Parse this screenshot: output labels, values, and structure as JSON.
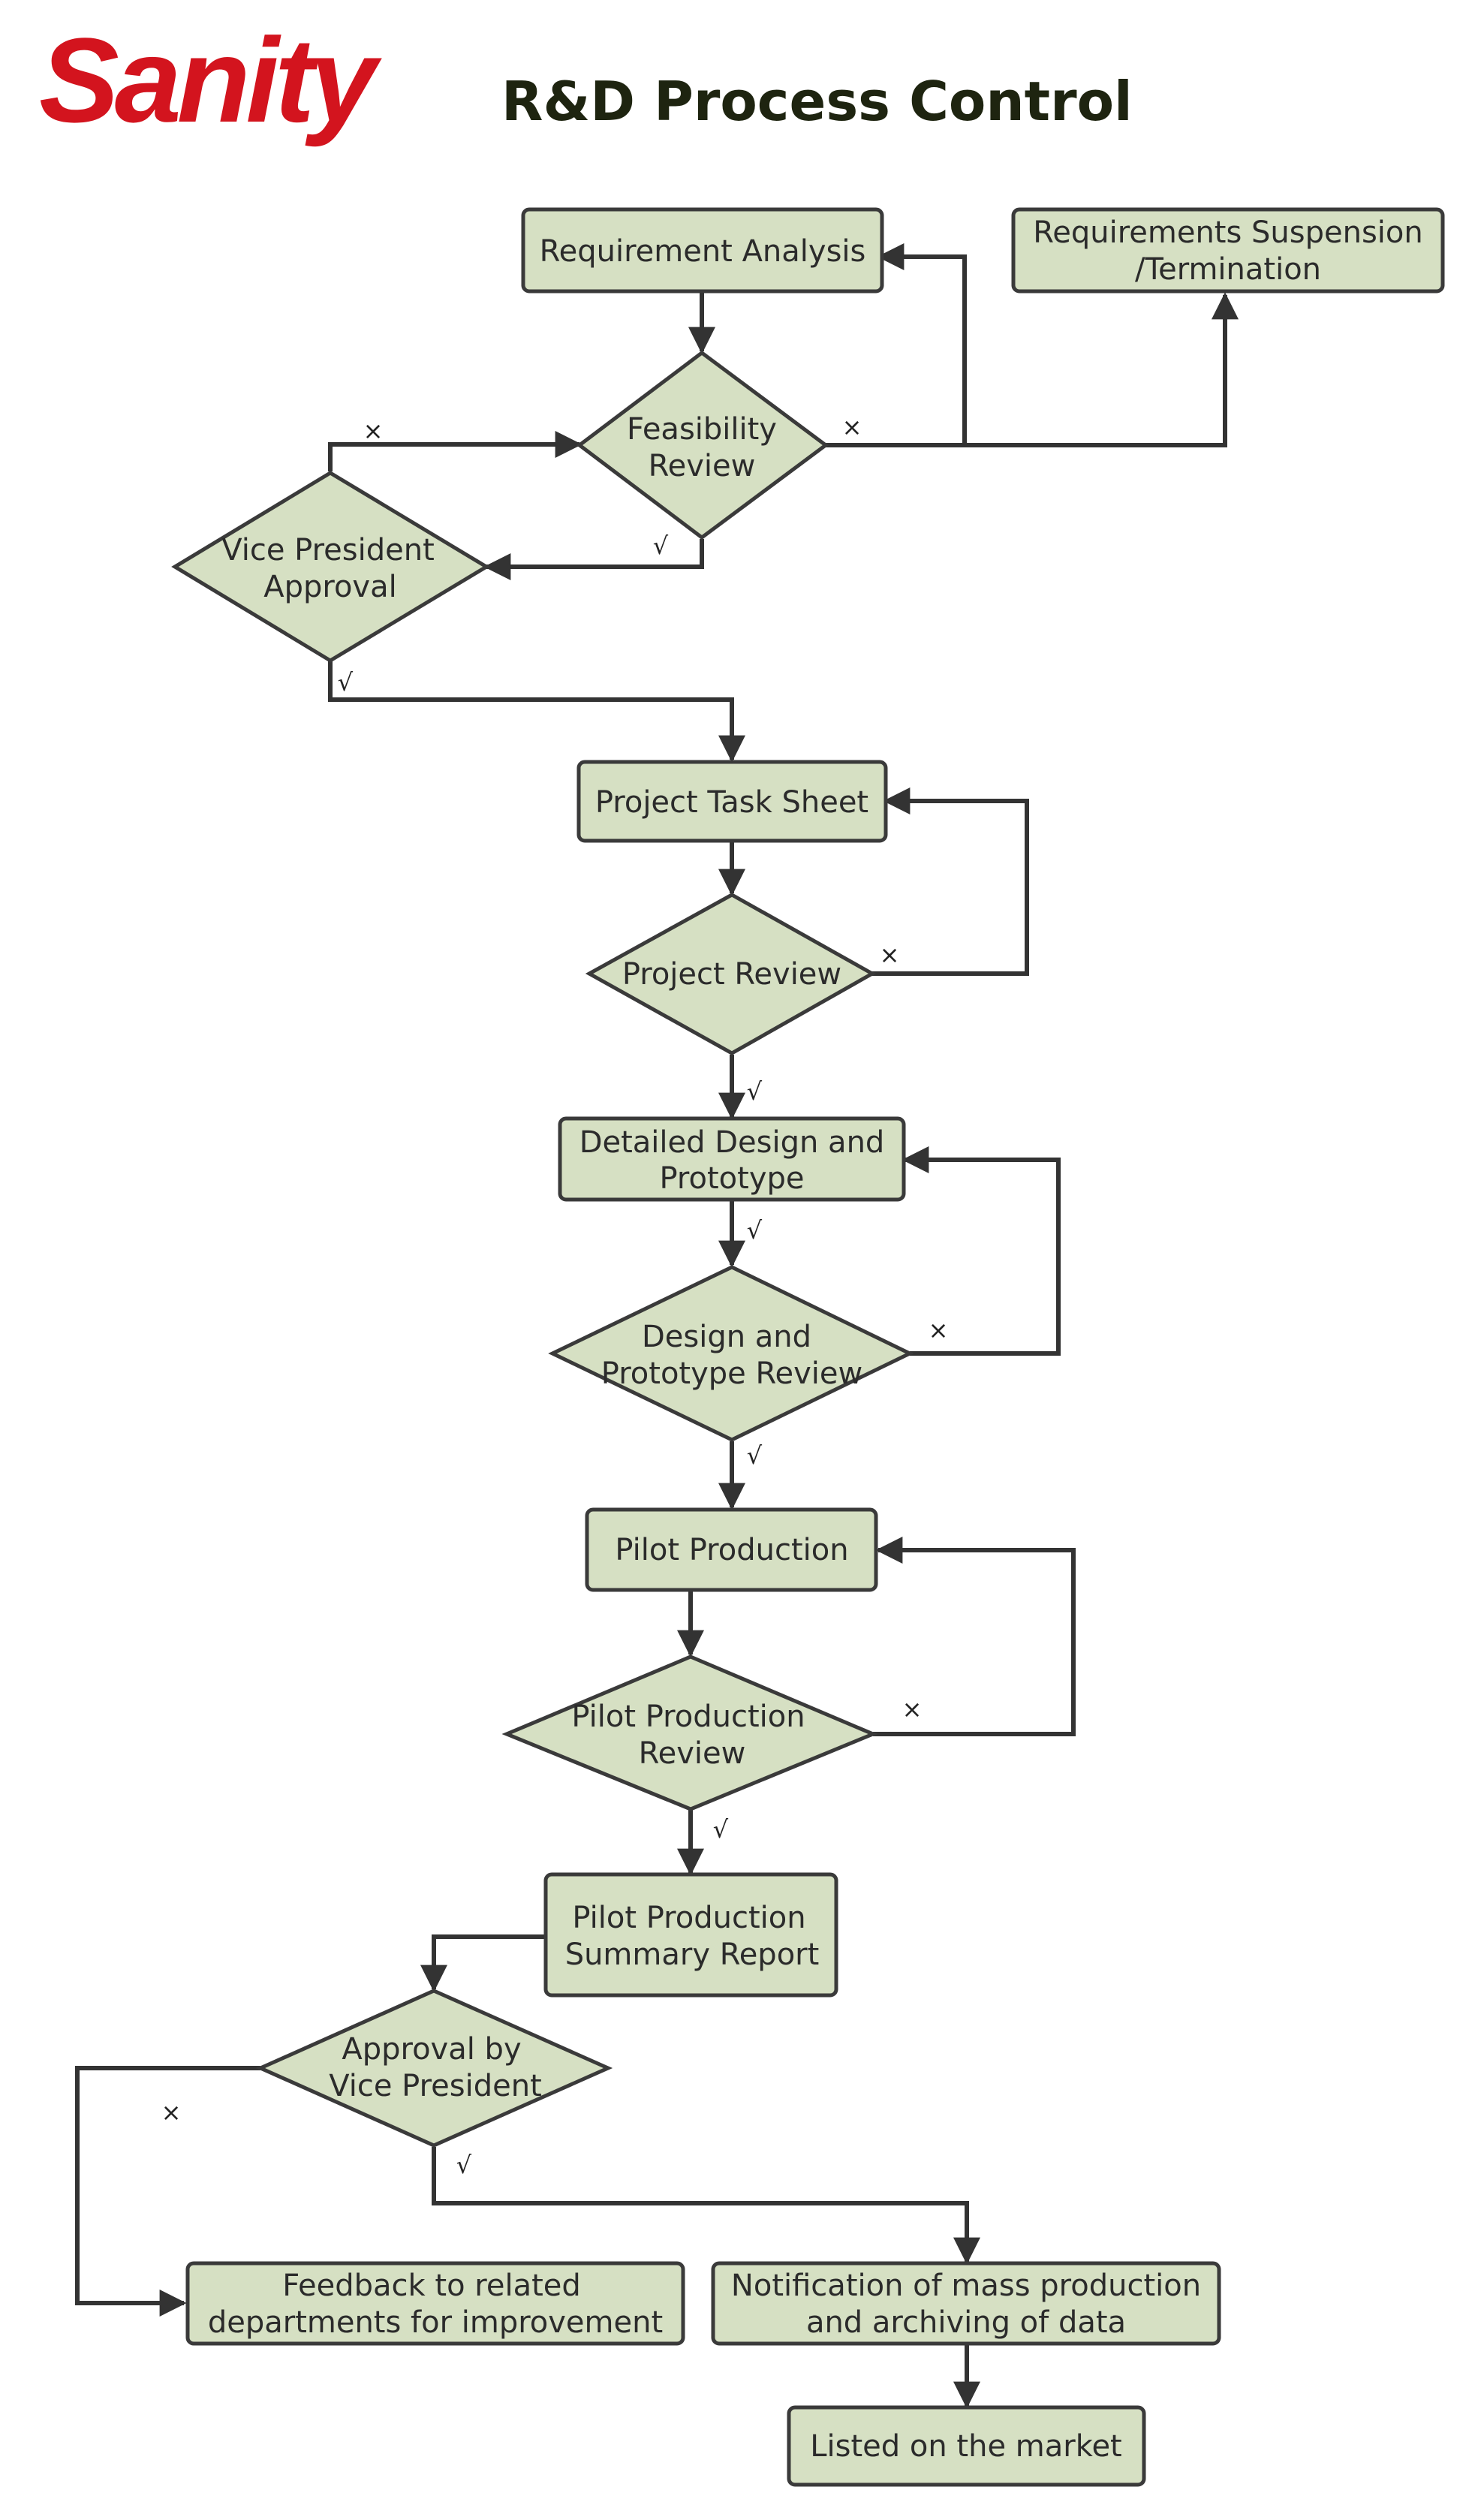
{
  "header": {
    "logo_text": "Sanity",
    "title": "R&D Process Control"
  },
  "colors": {
    "logo": "#d3141e",
    "node_fill": "#d6e0c3",
    "node_stroke": "#3a3a3a",
    "edge": "#333333",
    "title": "#1e2410"
  },
  "nodes": {
    "req_analysis": {
      "lines": [
        "Requirement Analysis"
      ]
    },
    "req_suspension": {
      "lines": [
        "Requirements Suspension",
        "/Termination"
      ]
    },
    "feasibility_review": {
      "lines": [
        "Feasibility",
        "Review"
      ]
    },
    "vp_approval": {
      "lines": [
        "Vice President",
        "Approval"
      ]
    },
    "project_task_sheet": {
      "lines": [
        "Project Task Sheet"
      ]
    },
    "project_review": {
      "lines": [
        "Project Review"
      ]
    },
    "detailed_design": {
      "lines": [
        "Detailed Design and",
        "Prototype"
      ]
    },
    "design_review": {
      "lines": [
        "Design and",
        "Prototype Review"
      ]
    },
    "pilot_production": {
      "lines": [
        "Pilot Production"
      ]
    },
    "pilot_review": {
      "lines": [
        "Pilot Production",
        "Review"
      ]
    },
    "pilot_summary": {
      "lines": [
        "Pilot Production",
        "Summary Report"
      ]
    },
    "approval_vp": {
      "lines": [
        "Approval by",
        "Vice President"
      ]
    },
    "feedback": {
      "lines": [
        "Feedback to related",
        "departments for improvement"
      ]
    },
    "notification": {
      "lines": [
        "Notification of mass production",
        "and archiving of data"
      ]
    },
    "listed": {
      "lines": [
        "Listed on the market"
      ]
    }
  },
  "edge_labels": {
    "yes": "√",
    "no": "×"
  }
}
